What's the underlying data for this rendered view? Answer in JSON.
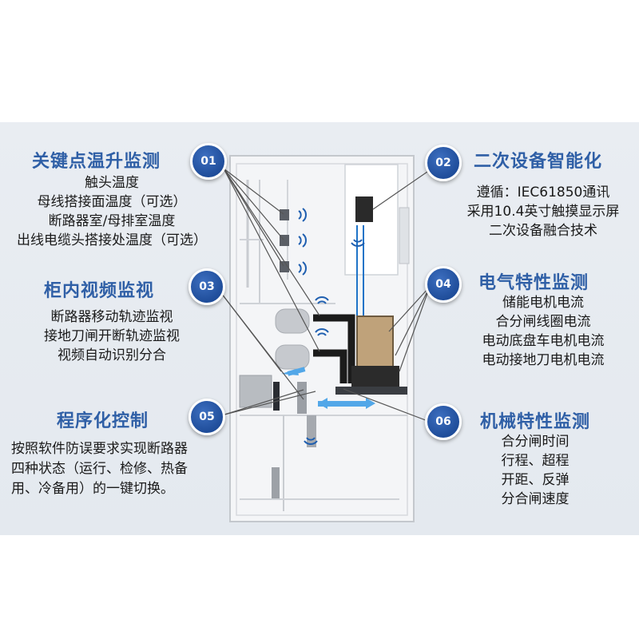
{
  "sections": [
    {
      "num": "01",
      "title": "关键点温升监测",
      "lines": [
        "触头温度",
        "母线搭接面温度（可选）",
        "断路器室/母排室温度",
        "出线电缆头搭接处温度（可选）"
      ]
    },
    {
      "num": "02",
      "title": "二次设备智能化",
      "lines": [
        "遵循：IEC61850通讯",
        "采用10.4英寸触摸显示屏",
        "二次设备融合技术"
      ]
    },
    {
      "num": "03",
      "title": "柜内视频监视",
      "lines": [
        "断路器移动轨迹监视",
        "接地刀闸开断轨迹监视",
        "视频自动识别分合"
      ]
    },
    {
      "num": "04",
      "title": "电气特性监测",
      "lines": [
        "储能电机电流",
        "合分闸线圈电流",
        "电动底盘车电机电流",
        "电动接地刀电机电流"
      ]
    },
    {
      "num": "05",
      "title": "程序化控制",
      "lines": [
        "按照软件防误要求实现断路器",
        "四种状态（运行、检修、热备",
        "用、冷备用）的一键切换。"
      ]
    },
    {
      "num": "06",
      "title": "机械特性监测",
      "lines": [
        "合分闸时间",
        "行程、超程",
        "开距、反弹",
        "分合闸速度"
      ]
    }
  ],
  "colors": {
    "title": "#2f5fa6",
    "badge": "#1f4d9a",
    "accent": "#1f74c8",
    "conductor": "#1b1b1b",
    "panel": "#e6eaf0"
  },
  "icons": [
    "wifi-signal-icon"
  ]
}
